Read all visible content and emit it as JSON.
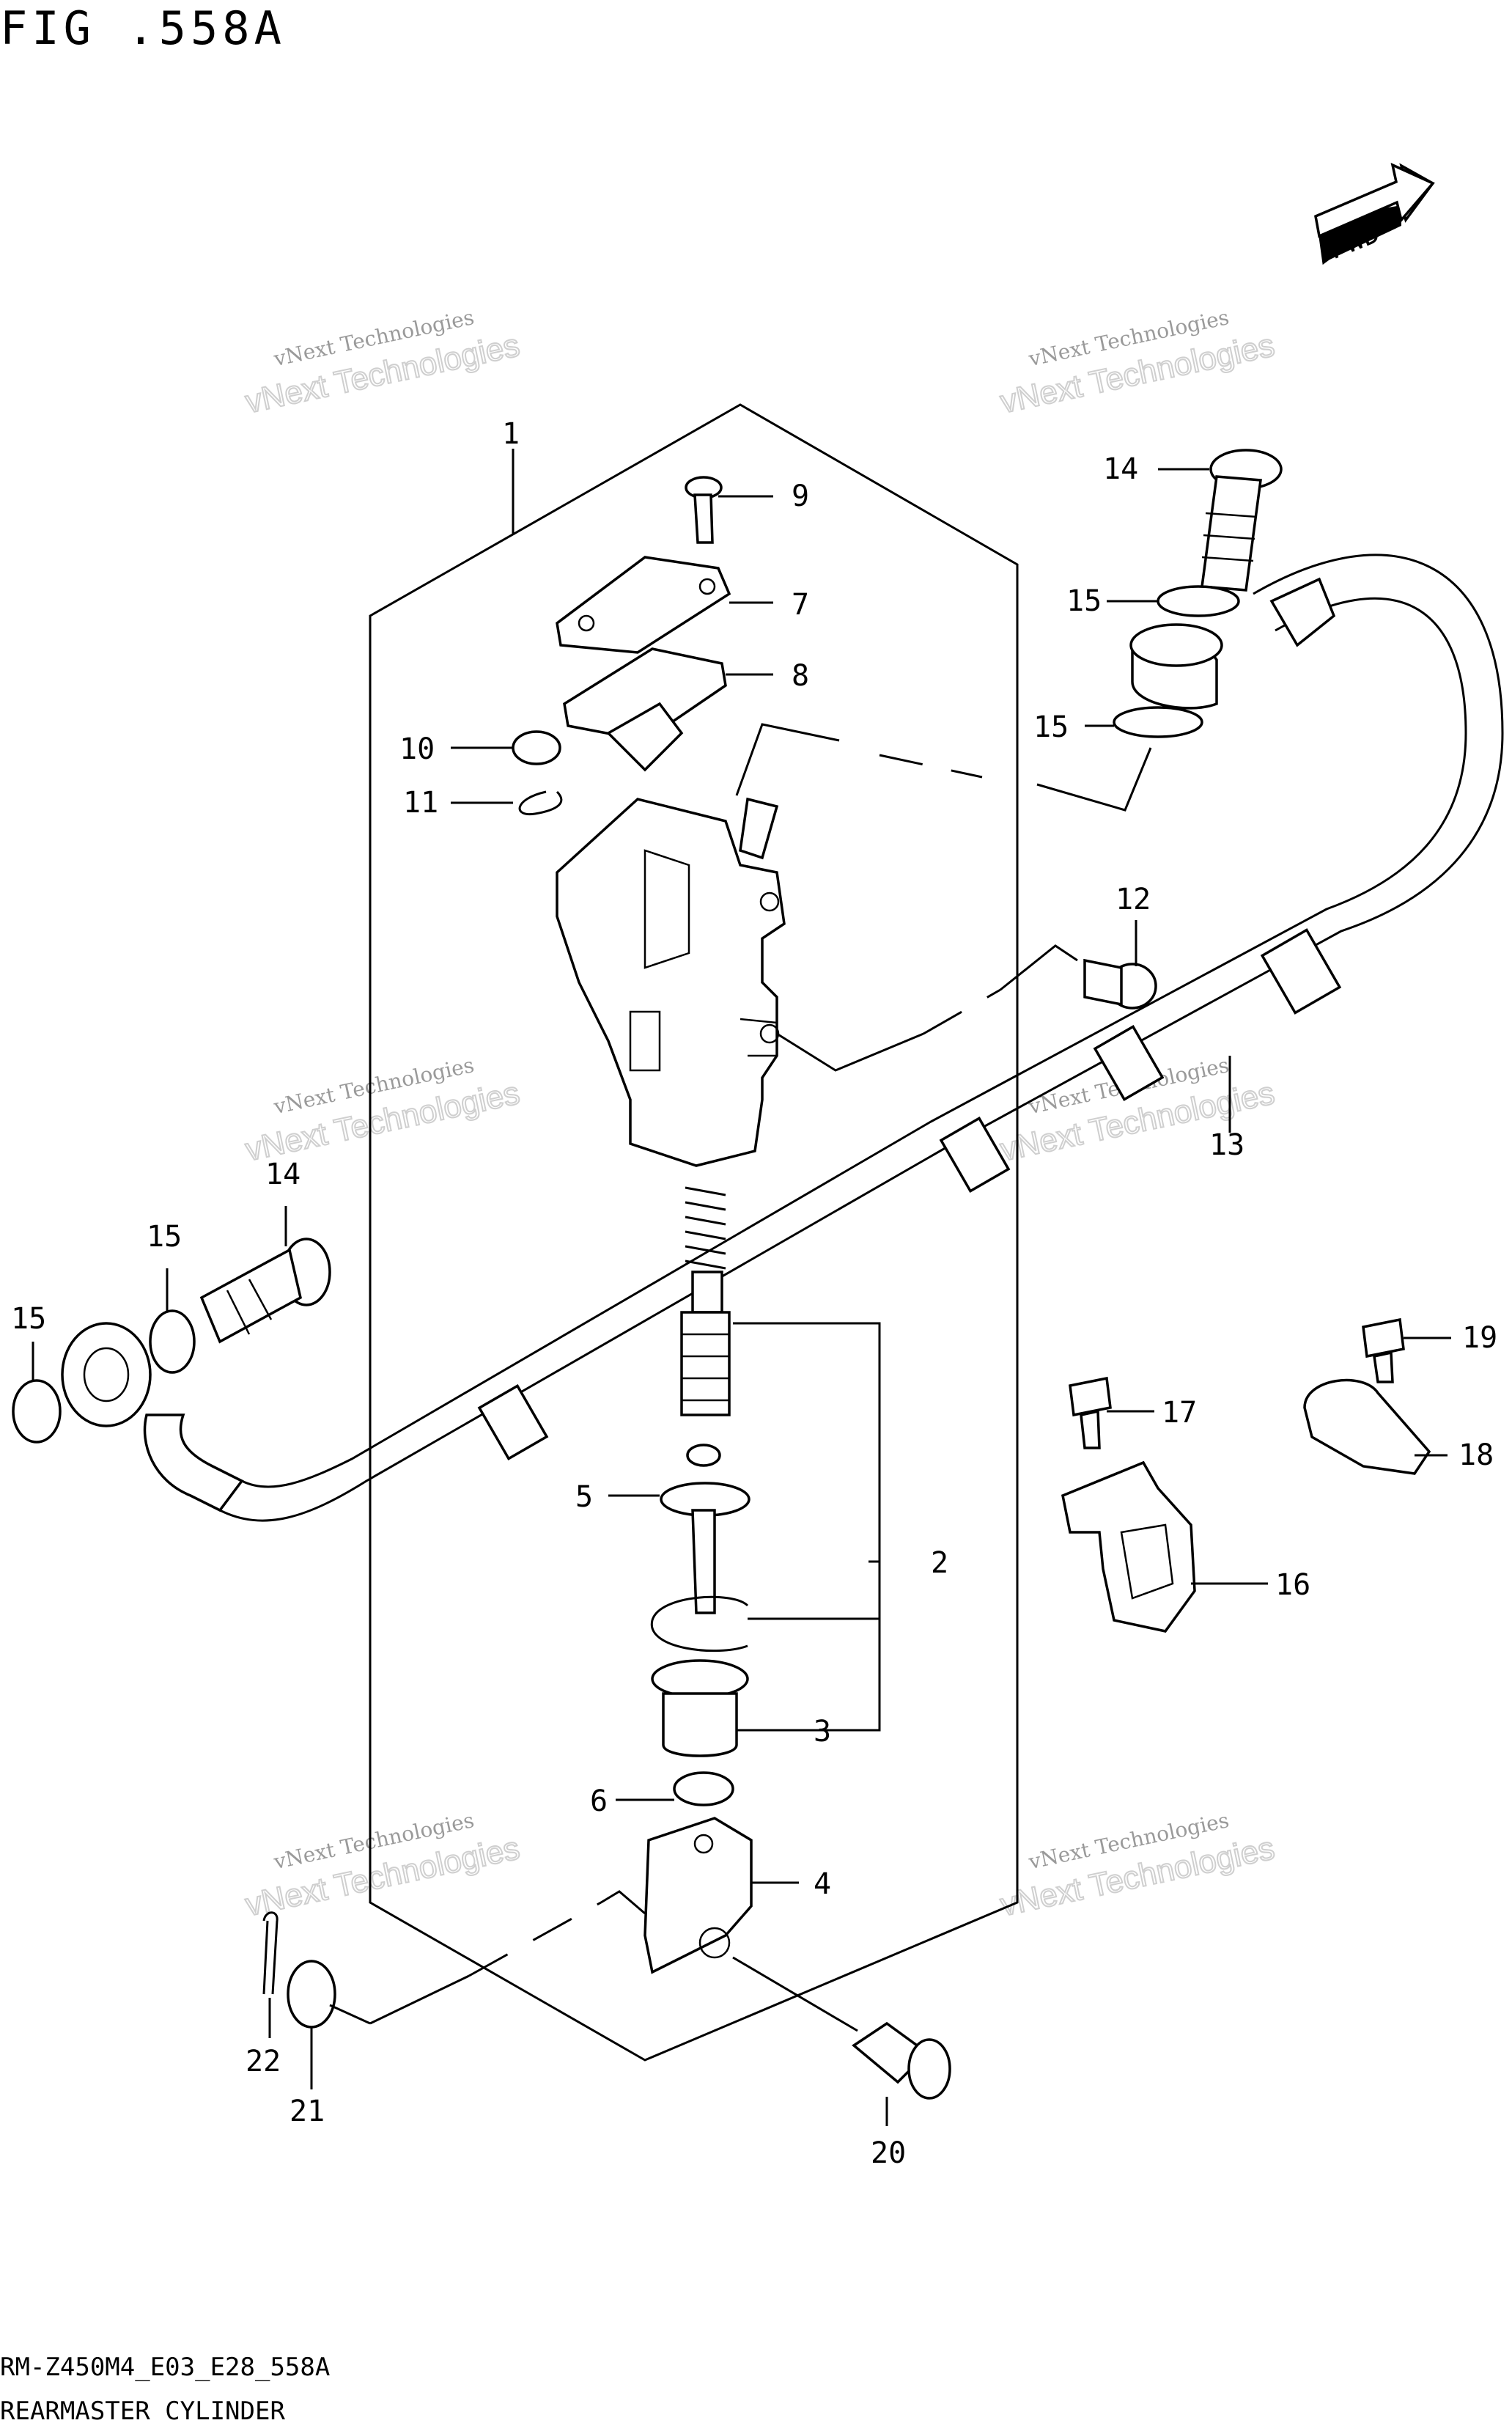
{
  "figure": {
    "title": "FIG .558A",
    "code": "RM-Z450M4_E03_E28_558A",
    "name": "REARMASTER CYLINDER"
  },
  "direction_badge": "FWD",
  "watermarks": [
    {
      "small": "vNext Technologies",
      "big": "vNext Technologies"
    },
    {
      "small": "vNext Technologies",
      "big": "vNext Technologies"
    },
    {
      "small": "vNext Technologies",
      "big": "vNext Technologies"
    },
    {
      "small": "vNext Technologies",
      "big": "vNext Technologies"
    },
    {
      "small": "vNext Technologies",
      "big": "vNext Technologies"
    },
    {
      "small": "vNext Technologies",
      "big": "vNext Technologies"
    }
  ],
  "callouts": [
    {
      "label": "1"
    },
    {
      "label": "9"
    },
    {
      "label": "7"
    },
    {
      "label": "8"
    },
    {
      "label": "10"
    },
    {
      "label": "11"
    },
    {
      "label": "14"
    },
    {
      "label": "15"
    },
    {
      "label": "15"
    },
    {
      "label": "12"
    },
    {
      "label": "13"
    },
    {
      "label": "14"
    },
    {
      "label": "15"
    },
    {
      "label": "15"
    },
    {
      "label": "19"
    },
    {
      "label": "17"
    },
    {
      "label": "18"
    },
    {
      "label": "5"
    },
    {
      "label": "2"
    },
    {
      "label": "16"
    },
    {
      "label": "3"
    },
    {
      "label": "6"
    },
    {
      "label": "4"
    },
    {
      "label": "22"
    },
    {
      "label": "21"
    },
    {
      "label": "20"
    }
  ]
}
